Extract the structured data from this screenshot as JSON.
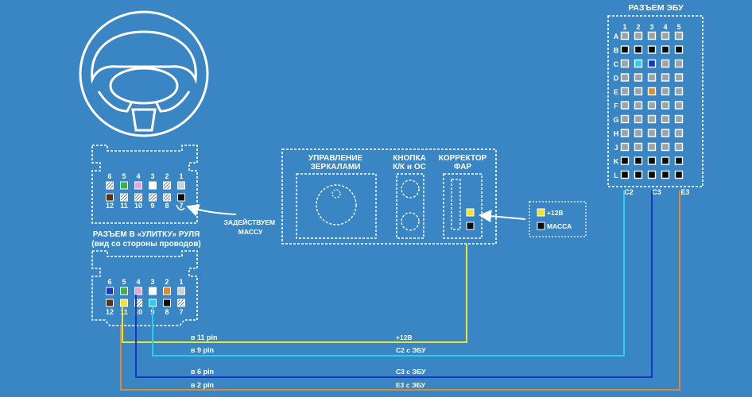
{
  "colors": {
    "background": "#3a86c4",
    "yellow": "#f3e22a",
    "cyan": "#26d0ee",
    "blue": "#1537c6",
    "orange": "#e08a2b",
    "black": "#0c0c0c",
    "white": "#ffffff",
    "pin_grey": "#9aa3ab",
    "brown": "#5b3218",
    "green": "#3bb14a",
    "pink": "#e3a4e6",
    "light_grey": "#cfd2d5"
  },
  "ecu": {
    "title": "РАЗЪЕМ ЭБУ",
    "columns": [
      "1",
      "2",
      "3",
      "4",
      "5"
    ],
    "rows": [
      "A",
      "B",
      "C",
      "D",
      "E",
      "F",
      "G",
      "H",
      "J",
      "K",
      "L"
    ],
    "pin_colors": {
      "A": [
        "grey",
        "grey",
        "grey",
        "grey",
        "grey"
      ],
      "B": [
        "black",
        "black",
        "black",
        "black",
        "black"
      ],
      "C": [
        "grey",
        "cyan",
        "blue",
        "grey",
        "grey"
      ],
      "D": [
        "grey",
        "grey",
        "grey",
        "grey",
        "grey"
      ],
      "E": [
        "grey",
        "grey",
        "orange",
        "grey",
        "grey"
      ],
      "F": [
        "grey",
        "grey",
        "grey",
        "grey",
        "grey"
      ],
      "G": [
        "grey",
        "grey",
        "grey",
        "grey",
        "grey"
      ],
      "H": [
        "grey",
        "grey",
        "grey",
        "grey",
        "grey"
      ],
      "J": [
        "grey",
        "grey",
        "grey",
        "grey",
        "grey"
      ],
      "K": [
        "black",
        "black",
        "black",
        "black",
        "black"
      ],
      "L": [
        "black",
        "black",
        "black",
        "black",
        "black"
      ]
    },
    "bottom_labels": [
      "C2",
      "C3",
      "E3"
    ]
  },
  "top_connector": {
    "top_numbers": [
      "6",
      "5",
      "4",
      "3",
      "2",
      "1"
    ],
    "bottom_numbers": [
      "12",
      "11",
      "10",
      "9",
      "8",
      "7"
    ],
    "top_pins": [
      "hatch",
      "green",
      "pink",
      "white",
      "hatch",
      "light_grey"
    ],
    "bottom_pins": [
      "brown",
      "hatch",
      "hatch",
      "hatch",
      "hatch",
      "black"
    ]
  },
  "annotation_ground": "ЗАДЕЙСТВУЕМ МАССУ",
  "caption": {
    "line1": "РАЗЪЕМ В «УЛИТКУ» РУЛЯ",
    "line2": "(вид со стороны проводов)"
  },
  "bottom_connector": {
    "top_numbers": [
      "6",
      "5",
      "4",
      "3",
      "2",
      "1"
    ],
    "bottom_numbers": [
      "12",
      "11",
      "10",
      "9",
      "8",
      "7"
    ],
    "top_pins": [
      "blue",
      "green",
      "pink",
      "white",
      "orange",
      "light_grey"
    ],
    "bottom_pins": [
      "brown",
      "yellow",
      "hatch",
      "cyan",
      "black",
      "hatch"
    ]
  },
  "panel": {
    "mirrors": "УПРАВЛЕНИЕ ЗЕРКАЛАМИ",
    "button": "КНОПКА К/К и ОС",
    "corrector": "КОРРЕКТОР ФАР"
  },
  "legend": {
    "plus": "+12В",
    "ground": "МАССА"
  },
  "wires": [
    {
      "left": "в 11 pin",
      "right": "+12В",
      "color": "yellow"
    },
    {
      "left": "в 9 pin",
      "right": "C2 с ЭБУ",
      "color": "cyan"
    },
    {
      "left": "в 6 pin",
      "right": "C3 с ЭБУ",
      "color": "blue"
    },
    {
      "left": "в 2 pin",
      "right": "E3 с ЭБУ",
      "color": "orange"
    }
  ]
}
